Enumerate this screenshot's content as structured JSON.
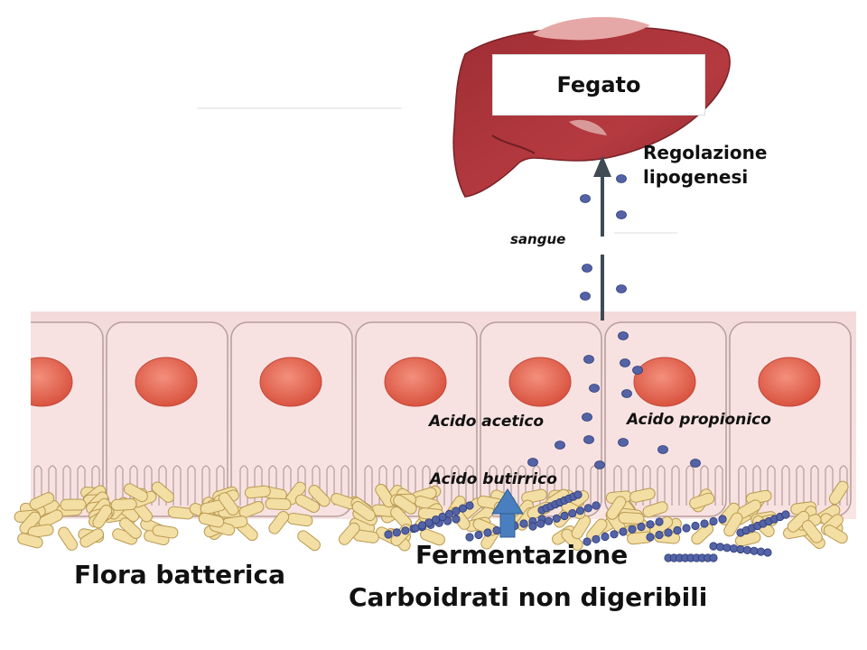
{
  "labels": {
    "liver": "Fegato",
    "lipogenesis_regulation": "Regolazione\nlipogenesi",
    "blood": "sangue",
    "acetic_acid": "Acido acetico",
    "propionic_acid": "Acido propionico",
    "butyric_acid": "Acido butirrico",
    "fermentation": "Fermentazione",
    "bacterial_flora": "Flora batterica",
    "indigestible_carbs": "Carboidrati non digeribili"
  },
  "colors": {
    "liver": "#a8343a",
    "cell": "#f6dcdc",
    "nucleus": "#e2624e",
    "bacteria": "#f3dea3",
    "metabolite_dot": "#5363a6",
    "arrow_dark": "#3f4a55",
    "arrow_blue": "#4a7fbf"
  }
}
